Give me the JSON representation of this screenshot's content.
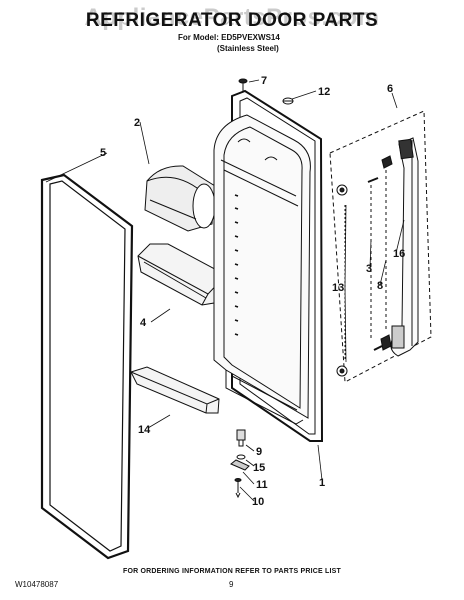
{
  "header": {
    "title": "REFRIGERATOR DOOR PARTS",
    "watermark": "AppliancePartsPros.com",
    "model_line": "For Model: ED5PVEXWS14",
    "finish": "(Stainless Steel)"
  },
  "callouts": {
    "c1": "1",
    "c2": "2",
    "c3": "3",
    "c4": "4",
    "c5": "5",
    "c6": "6",
    "c7": "7",
    "c8": "8",
    "c9": "9",
    "c10": "10",
    "c11": "11",
    "c12": "12",
    "c13": "13",
    "c14": "14",
    "c15": "15",
    "c16": "16"
  },
  "footer": {
    "ordering_note": "FOR ORDERING INFORMATION REFER TO PARTS PRICE LIST",
    "doc_number": "W10478087",
    "page_number": "9"
  }
}
